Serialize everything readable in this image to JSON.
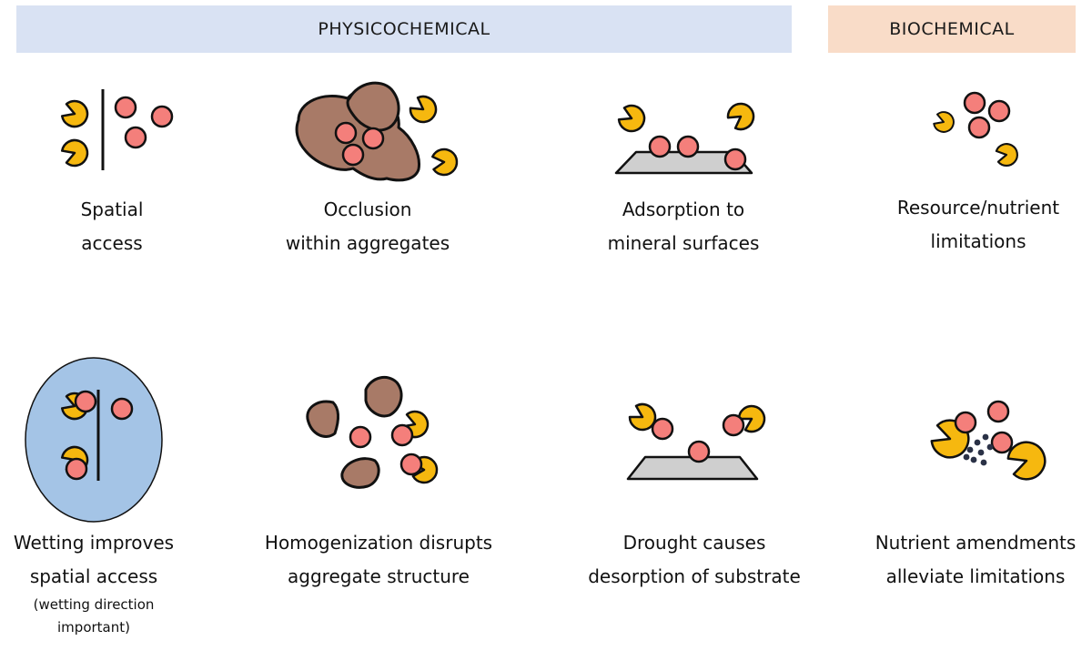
{
  "headers": {
    "physicochemical": "PHYSICOCHEMICAL",
    "biochemical": "BIOCHEMICAL"
  },
  "colors": {
    "physicochemical_band": "#d9e2f3",
    "biochemical_band": "#f9dcc8",
    "enzyme": "#f6b80f",
    "substrate": "#f47f7b",
    "aggregate": "#a87a67",
    "mineral_surface": "#cfcfcf",
    "wetting_zone": "#a4c4e6",
    "nutrient": "#2a3146"
  },
  "icons": {
    "enzyme": "pacman-icon",
    "substrate": "circle-icon",
    "aggregate": "blob-icon",
    "mineral": "trapezoid-icon",
    "barrier": "vertical-line-icon"
  },
  "panels": {
    "spatial_access": {
      "line1": "Spatial",
      "line2": "access"
    },
    "occlusion": {
      "line1": "Occlusion",
      "line2": "within aggregates"
    },
    "adsorption": {
      "line1": "Adsorption to",
      "line2": "mineral surfaces"
    },
    "resource": {
      "line1": "Resource/nutrient",
      "line2": "limitations"
    },
    "wetting": {
      "line1": "Wetting improves",
      "line2": "spatial access",
      "note1": "(wetting direction",
      "note2": "important)"
    },
    "homogenization": {
      "line1": "Homogenization disrupts",
      "line2": "aggregate structure"
    },
    "drought": {
      "line1": "Drought causes",
      "line2": "desorption of substrate"
    },
    "amendments": {
      "line1": "Nutrient amendments",
      "line2": "alleviate limitations"
    }
  }
}
